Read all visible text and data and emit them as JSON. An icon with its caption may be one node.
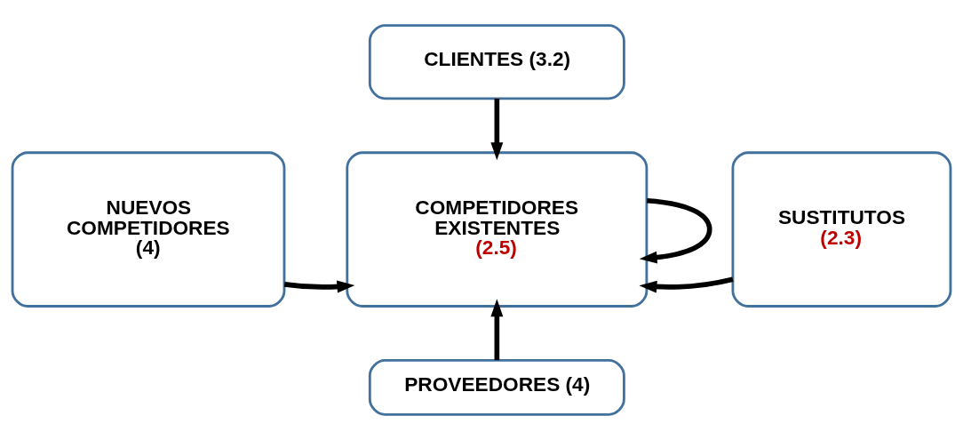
{
  "diagram": {
    "nodes": [
      {
        "text": [
          "CLIENTES (3.2)"
        ]
      },
      {
        "text": [
          "NUEVOS COMPETIDORES (4)"
        ]
      },
      {
        "text": [
          "COMPETIDORES EXISTENTES (2.5)"
        ]
      },
      {
        "text": [
          "SUSTITUTOS (2.3)"
        ]
      },
      {
        "text": [
          "PROVEEDORES (4)"
        ]
      }
    ],
    "edges": [
      {
        "from": 0,
        "to": 2,
        "arrow": "to"
      },
      {
        "from": 1,
        "to": 2,
        "arrow": "to"
      },
      {
        "from": 3,
        "to": 2,
        "arrow": "to"
      },
      {
        "from": 4,
        "to": 2,
        "arrow": "to"
      },
      {
        "from": 2,
        "to": 2,
        "arrow": "to"
      }
    ]
  }
}
